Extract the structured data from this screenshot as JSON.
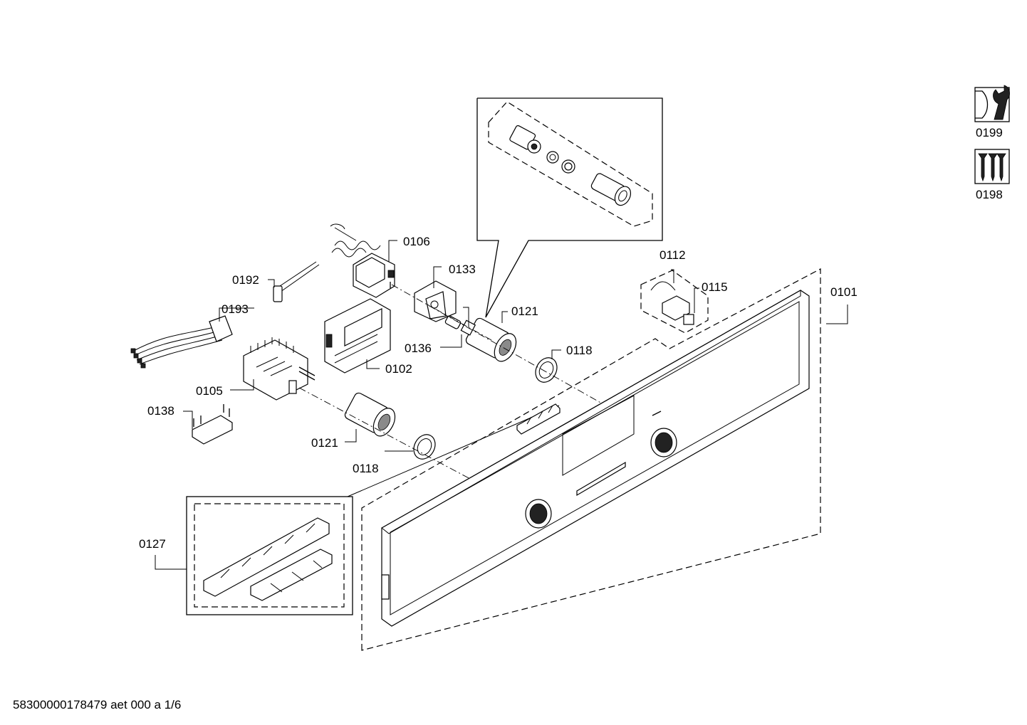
{
  "labels": {
    "p0101": "0101",
    "p0102": "0102",
    "p0105": "0105",
    "p0106": "0106",
    "p0112": "0112",
    "p0115": "0115",
    "p0118a": "0118",
    "p0118b": "0118",
    "p0121a": "0121",
    "p0121b": "0121",
    "p0127": "0127",
    "p0133": "0133",
    "p0136": "0136",
    "p0138": "0138",
    "p0192": "0192",
    "p0193": "0193",
    "p0198": "0198",
    "p0199": "0199"
  },
  "icons": {
    "p0199": "wrench-tool-icon",
    "p0198": "screws-icon"
  },
  "footer": "58300000178479 aet 000 a 1/6"
}
